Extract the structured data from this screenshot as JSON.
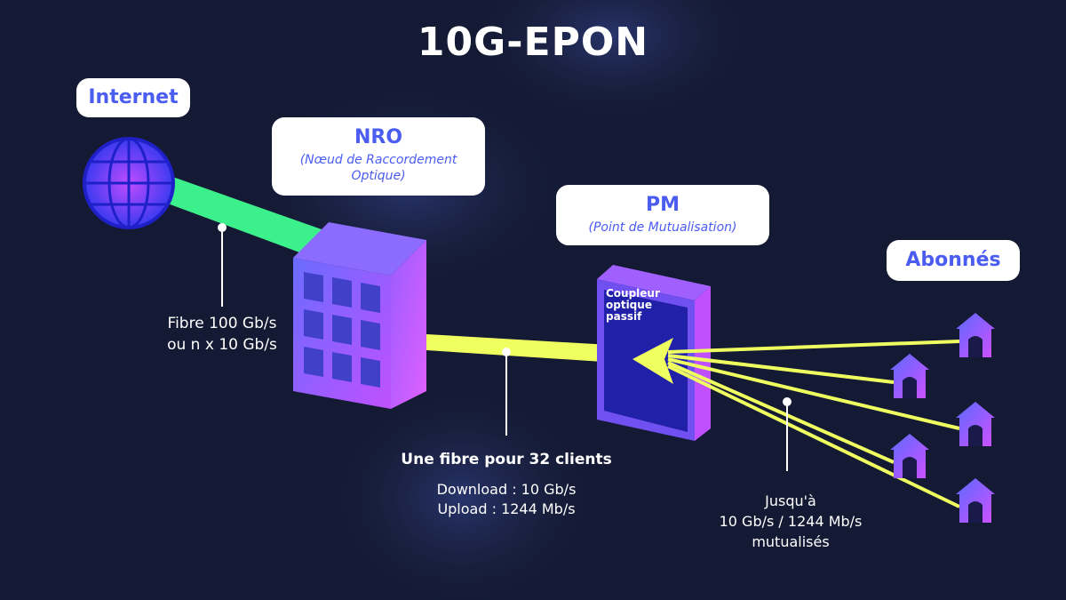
{
  "title": "10G-EPON",
  "internet": {
    "label": "Internet"
  },
  "nro": {
    "title": "NRO",
    "subtitle": "(Nœud de Raccordement Optique)"
  },
  "pm": {
    "title": "PM",
    "subtitle": "(Point de Mutualisation)",
    "coupler": [
      "Coupleur",
      "optique",
      "passif"
    ]
  },
  "subscribers": {
    "label": "Abonnés",
    "count": 5
  },
  "links": {
    "backbone": [
      "Fibre 100 Gb/s",
      "ou n x 10 Gb/s"
    ],
    "feeder": {
      "title": "Une fibre pour 32 clients",
      "download": "Download : 10 Gb/s",
      "upload": "Upload : 1244 Mb/s"
    },
    "drop": [
      "Jusqu'à",
      "10 Gb/s / 1244 Mb/s",
      "mutualisés"
    ]
  },
  "colors": {
    "accent": "#4b5cf0",
    "backbone_fiber": "#3cf08c",
    "feeder_fiber": "#f0ff60",
    "background": "#141a33"
  }
}
